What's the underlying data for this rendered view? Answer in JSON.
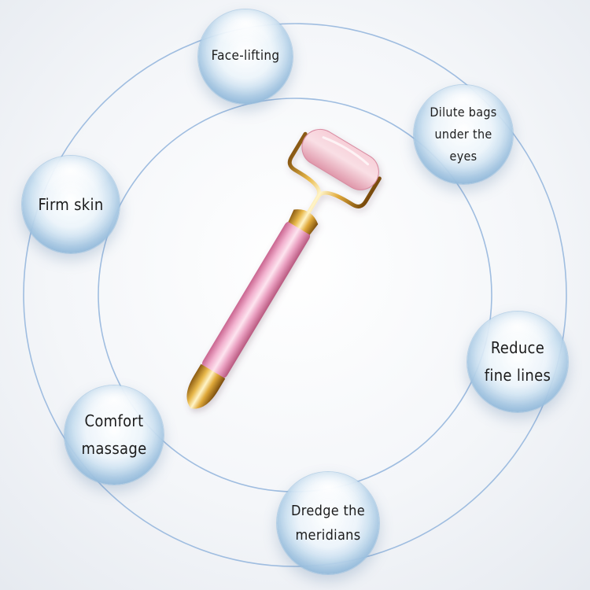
{
  "benefits": [
    {
      "label": "Face-lifting"
    },
    {
      "label": "Dilute bags\nunder the\neyes"
    },
    {
      "label": "Firm skin"
    },
    {
      "label": "Reduce\nfine lines"
    },
    {
      "label": "Comfort\nmassage"
    },
    {
      "label": "Dredge the\nmeridians"
    }
  ],
  "colors": {
    "orbit": "#9fbde0",
    "handle": "#eea6c6",
    "gold": "#e8b84a",
    "roller": "#f0b6c4"
  }
}
